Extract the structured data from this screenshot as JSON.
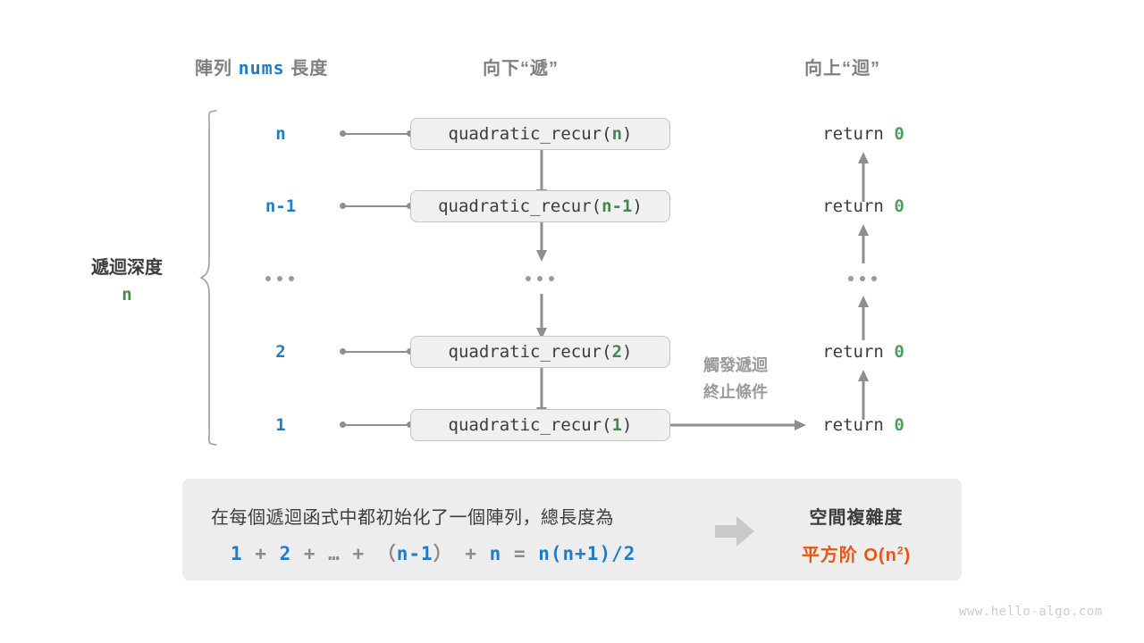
{
  "headers": {
    "array_length": {
      "prefix": "陣列",
      "code": "nums",
      "suffix": "長度"
    },
    "descend": "向下“遞”",
    "ascend": "向上“迴”"
  },
  "brace": {
    "title": "遞迴深度",
    "value": "n"
  },
  "rows": [
    {
      "depth": "n",
      "fn_name": "quadratic_recur(",
      "fn_arg": "n",
      "fn_close": ")",
      "ret_text": "return ",
      "ret_value": "0",
      "type": "node"
    },
    {
      "depth": "n-1",
      "fn_name": "quadratic_recur(",
      "fn_arg": "n-1",
      "fn_close": ")",
      "ret_text": "return ",
      "ret_value": "0",
      "type": "node"
    },
    {
      "depth": "...",
      "fn_name": "",
      "fn_arg": "",
      "fn_close": "",
      "ret_text": "",
      "ret_value": "",
      "type": "ellipsis"
    },
    {
      "depth": "2",
      "fn_name": "quadratic_recur(",
      "fn_arg": "2",
      "fn_close": ")",
      "ret_text": "return ",
      "ret_value": "0",
      "type": "node"
    },
    {
      "depth": "1",
      "fn_name": "quadratic_recur(",
      "fn_arg": "1",
      "fn_close": ")",
      "ret_text": "return ",
      "ret_value": "0",
      "type": "node"
    }
  ],
  "trigger_note": {
    "line1": "觸發遞迴",
    "line2": "終止條件"
  },
  "summary": {
    "description": "在每個遞迴函式中都初始化了一個陣列，總長度為",
    "formula_parts": [
      {
        "t": "1",
        "blue": true
      },
      {
        "t": " + ",
        "blue": false
      },
      {
        "t": "2",
        "blue": true
      },
      {
        "t": " + … + ",
        "blue": false
      },
      {
        "t": "（",
        "blue": false
      },
      {
        "t": "n-1",
        "blue": true
      },
      {
        "t": "）",
        "blue": false
      },
      {
        "t": " + ",
        "blue": false
      },
      {
        "t": "n",
        "blue": true
      },
      {
        "t": " = ",
        "blue": false
      },
      {
        "t": "n(n+1)/2",
        "blue": true
      }
    ],
    "result_title": "空間複雜度",
    "result_value_prefix": "平方阶  O(n",
    "result_value_sup": "2",
    "result_value_suffix": ")"
  },
  "watermark": "www.hello-algo.com",
  "colors": {
    "blue": "#1f7dc8",
    "green": "#44884f",
    "orange": "#ea5514",
    "gray_text": "#3c3c3c",
    "gray_muted": "#9a9a9a",
    "box_fill": "#f0f0f0",
    "panel_fill": "#ededed"
  }
}
